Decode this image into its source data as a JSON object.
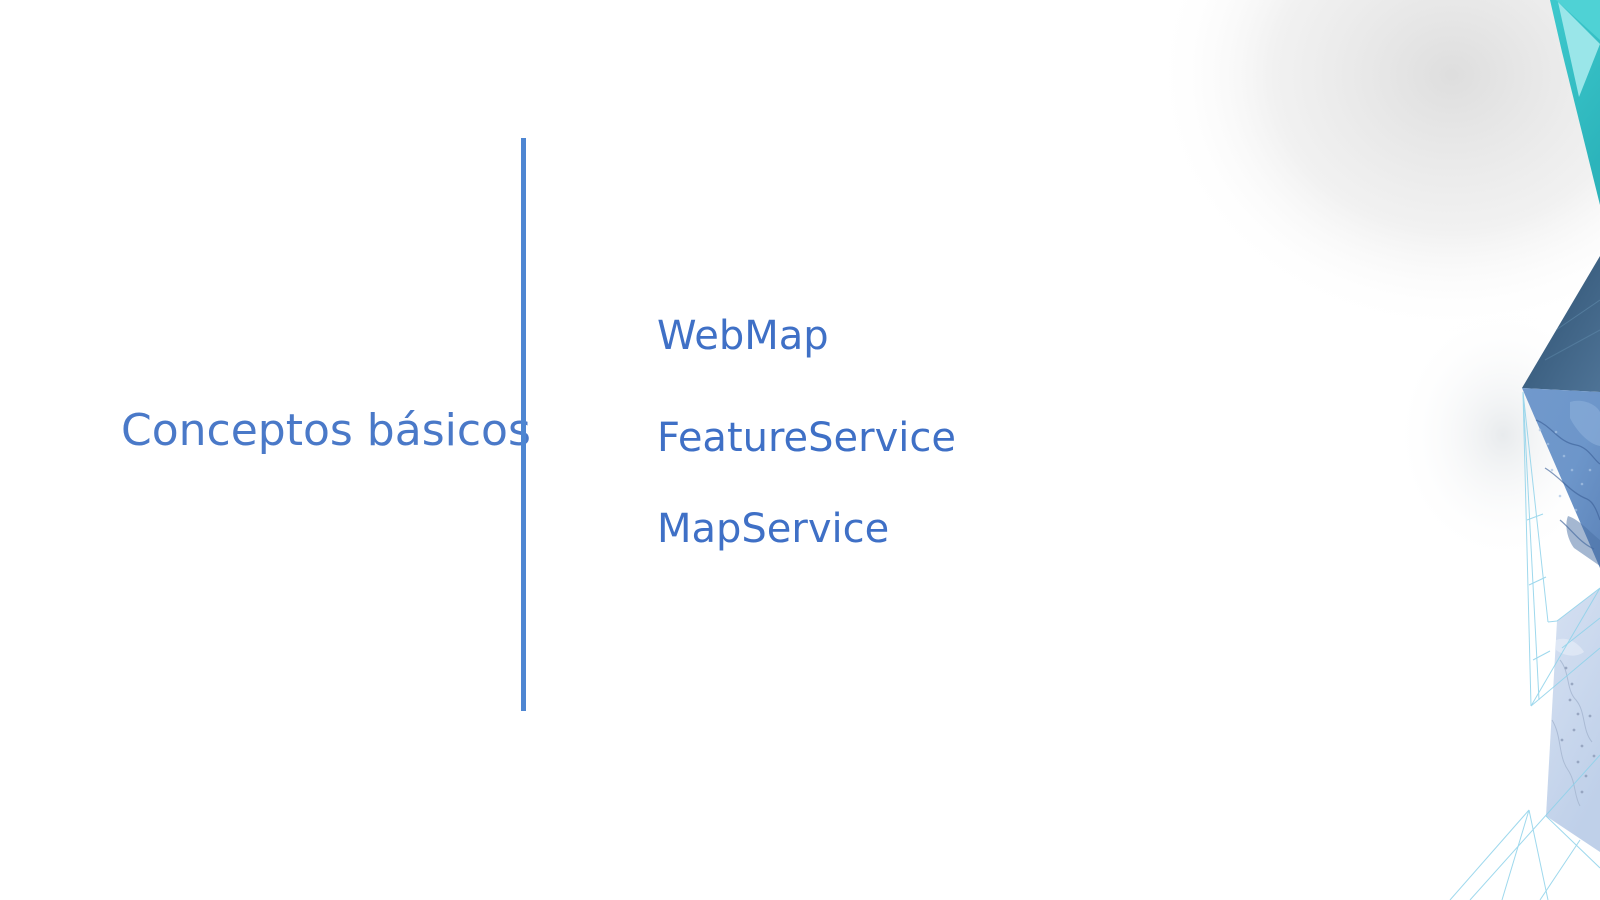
{
  "slide": {
    "title": "Conceptos básicos",
    "bullets": [
      {
        "label": "WebMap"
      },
      {
        "label": "FeatureService"
      },
      {
        "label": "MapService"
      }
    ]
  },
  "colors": {
    "title_text": "#4a79c8",
    "bullet_text": "#3f70c6",
    "divider": "#4e86d2",
    "teal_top_wedge": "#4fd2d5",
    "teal_main": "#38c3c8",
    "teal_light_facet": "#9ae6e9",
    "navy_facet_dark": "#2d5070",
    "navy_facet_light": "#4e7396",
    "map_facet": "#6d96ca",
    "map_facet_lines": "#3f639a",
    "pale_map_polygon": "#cfdcf0",
    "wireframe": "#8ed2ea",
    "corner_shadow": "#dedede"
  }
}
